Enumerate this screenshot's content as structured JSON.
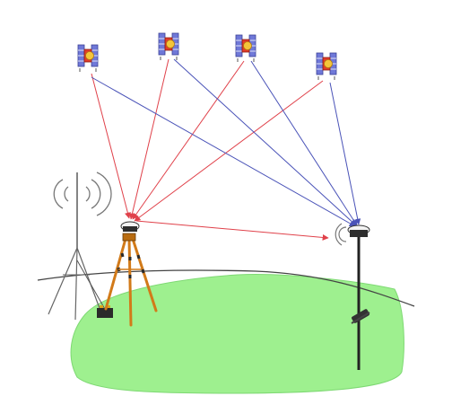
{
  "colors": {
    "background": "#ffffff",
    "ground": "#9ef08f",
    "ground_edge": "#7fd974",
    "horizon": "#444444",
    "base_signal_ray": "#e0414a",
    "rover_signal_ray": "#4a53b8",
    "tripod_legs": "#d27a19",
    "tripod_stripes": "#2a2a2a",
    "radio_mast": "#666666",
    "pole": "#222222"
  },
  "icons": {
    "satellite": "satellite-icon",
    "radio_waves": "radio-wave-icon",
    "gnss_receiver": "gnss-receiver-icon",
    "battery": "battery-icon"
  },
  "satellites": [
    {
      "name": "satellite-1"
    },
    {
      "name": "satellite-2"
    },
    {
      "name": "satellite-3"
    },
    {
      "name": "satellite-4"
    }
  ],
  "links": {
    "base_from_satellites": "base_signal_ray",
    "rover_from_satellites": "rover_signal_ray",
    "base_to_rover": "base_signal_ray"
  }
}
